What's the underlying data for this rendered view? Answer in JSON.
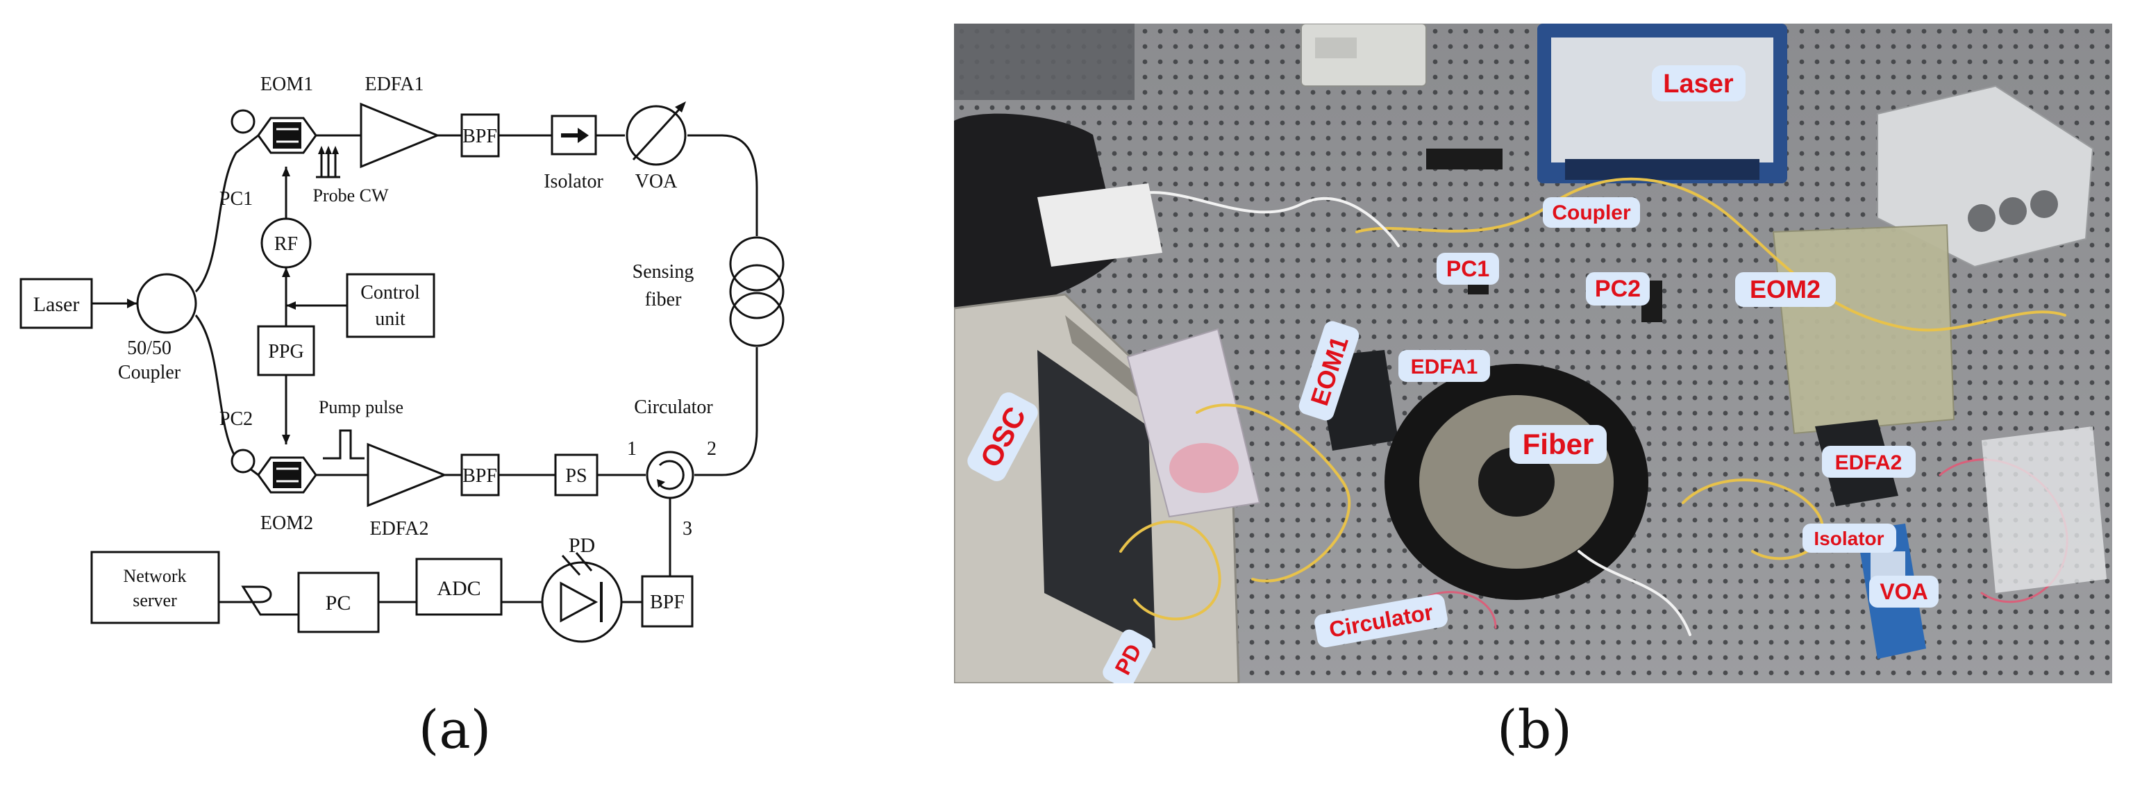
{
  "panel_a": {
    "caption": "(a)",
    "labels": {
      "laser": "Laser",
      "coupler": "50/50\nCoupler",
      "pc1": "PC1",
      "pc2": "PC2",
      "eom1": "EOM1",
      "eom2": "EOM2",
      "edfa1": "EDFA1",
      "edfa2": "EDFA2",
      "bpf_top": "BPF",
      "bpf_mid": "BPF",
      "bpf_bottom": "BPF",
      "isolator": "Isolator",
      "voa": "VOA",
      "probe_cw": "Probe CW",
      "rf": "RF",
      "control_unit": "Control\nunit",
      "ppg": "PPG",
      "pump_pulse": "Pump pulse",
      "sensing_fiber": "Sensing\nfiber",
      "circulator": "Circulator",
      "ps": "PS",
      "port1": "1",
      "port2": "2",
      "port3": "3",
      "pd": "PD",
      "adc": "ADC",
      "pc": "PC",
      "network_server": "Network\nserver"
    }
  },
  "panel_b": {
    "caption": "(b)",
    "tags": {
      "laser": "Laser",
      "coupler": "Coupler",
      "pc1": "PC1",
      "pc2": "PC2",
      "eom2": "EOM2",
      "eom1": "EOM1",
      "edfa1": "EDFA1",
      "osc": "OSC",
      "fiber": "Fiber",
      "edfa2": "EDFA2",
      "isolator": "Isolator",
      "voa": "VOA",
      "circulator": "Circulator",
      "pd": "PD"
    }
  },
  "colors": {
    "label_red": "#e0101a",
    "tag_bg": "#dbe9fb",
    "table_gray": "#8e9093"
  }
}
